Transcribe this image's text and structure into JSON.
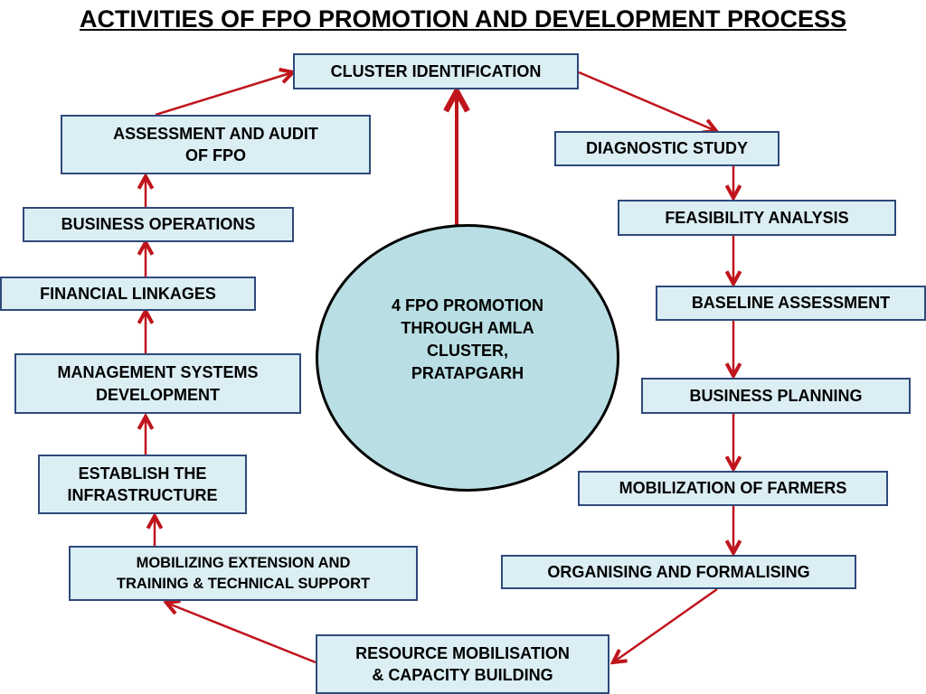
{
  "title": "ACTIVITIES OF FPO PROMOTION AND DEVELOPMENT PROCESS",
  "center": "4 FPO PROMOTION\nTHROUGH AMLA\nCLUSTER,\nPRATAPGARH",
  "steps": {
    "cluster_identification": "CLUSTER IDENTIFICATION",
    "diagnostic_study": "DIAGNOSTIC STUDY",
    "feasibility_analysis": "FEASIBILITY ANALYSIS",
    "baseline_assessment": "BASELINE ASSESSMENT",
    "business_planning": "BUSINESS PLANNING",
    "mobilization_of_farmers": "MOBILIZATION OF FARMERS",
    "organising_and_formalising": "ORGANISING AND FORMALISING",
    "resource_mobilisation": "RESOURCE MOBILISATION\n& CAPACITY BUILDING",
    "mobilizing_extension": "MOBILIZING EXTENSION AND\nTRAINING & TECHNICAL SUPPORT",
    "establish_infrastructure": "ESTABLISH THE\nINFRASTRUCTURE",
    "management_systems": "MANAGEMENT SYSTEMS\nDEVELOPMENT",
    "financial_linkages": "FINANCIAL LINKAGES",
    "business_operations": "BUSINESS OPERATIONS",
    "assessment_audit": "ASSESSMENT AND AUDIT\nOF FPO"
  },
  "colors": {
    "box_fill": "#dbeef4",
    "box_border": "#2f4a7a",
    "circle_fill": "#b9dfe4",
    "arrow": "#c0141c"
  }
}
